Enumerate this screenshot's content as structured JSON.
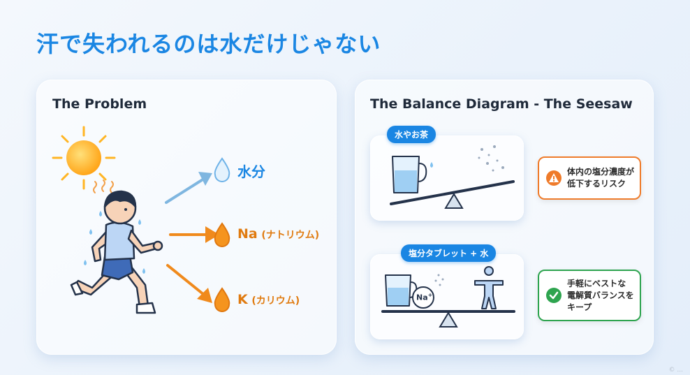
{
  "page": {
    "title": "汗で失われるのは水だけじゃない",
    "footer": "© ..."
  },
  "problem": {
    "heading": "The Problem",
    "items": [
      {
        "main": "水分",
        "sub": ""
      },
      {
        "main": "Na",
        "sub": "(ナトリウム)"
      },
      {
        "main": "K",
        "sub": "(カリウム)"
      }
    ]
  },
  "balance": {
    "heading": "The Balance Diagram - The Seesaw",
    "top": {
      "pill": "水やお茶",
      "callout": "体内の塩分濃度が\n低下するリスク"
    },
    "bottom": {
      "pill": "塩分タブレット + 水",
      "na_label": "Na",
      "na_sup": "+",
      "callout": "手軽にベストな\n電解質バランスを\nキープ"
    }
  },
  "colors": {
    "accent": "#1a86e3",
    "orange": "#f08a1c",
    "warning": "#ef7b2a",
    "success": "#2ea44f",
    "water": "#7fc1f0",
    "sun": "#ffb524"
  }
}
